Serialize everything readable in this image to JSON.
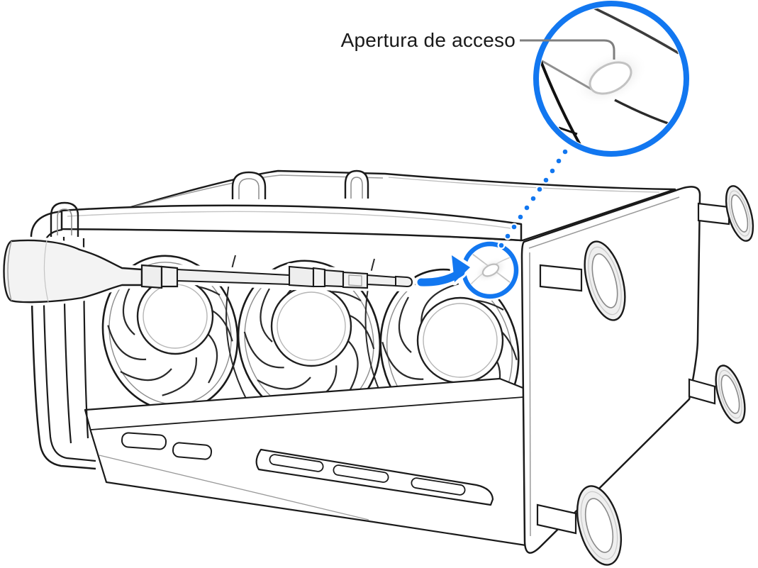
{
  "figure": {
    "type": "technical-illustration",
    "subject": "Mac Pro lying on its side with a screwdriver, blue arrow and magnified callout of the access aperture",
    "label": "Apertura de acceso"
  },
  "annotations": {
    "callout_label": "Apertura de acceso",
    "magnifier": "magnified-view-of-access-aperture",
    "arrow": "arrow-from-screwdriver-tip-to-aperture",
    "leader": "dotted-leader-line"
  },
  "colors": {
    "accent_blue": "#1277f0",
    "line_black": "#1a1a1a",
    "line_gray": "#8f8f8f",
    "callout_line_gray": "#7f7f7f",
    "fill_light": "#f0f0f0",
    "background": "#ffffff"
  }
}
